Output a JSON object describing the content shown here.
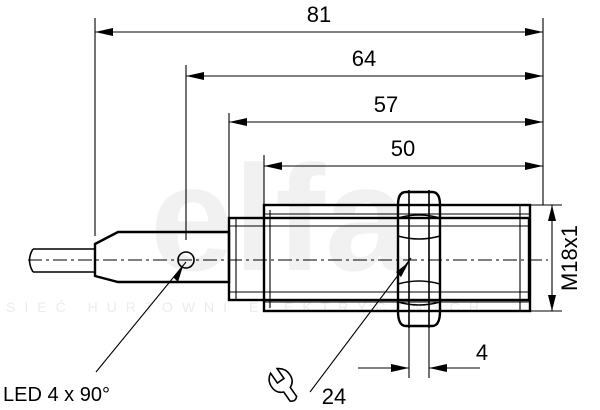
{
  "dimensions": {
    "overall_length": "81",
    "housing_length": "64",
    "threaded_section_length": "57",
    "thread_length": "50",
    "thread_spec": "M18x1",
    "nut_thickness": "4",
    "wrench_size": "24"
  },
  "labels": {
    "led": "LED 4 x 90°"
  },
  "icons": {
    "wrench": "wrench-icon"
  },
  "watermark": {
    "brand": "elfa",
    "sub": "SIEĆ HURTOWNI ELEKTRYCZNYCH"
  }
}
